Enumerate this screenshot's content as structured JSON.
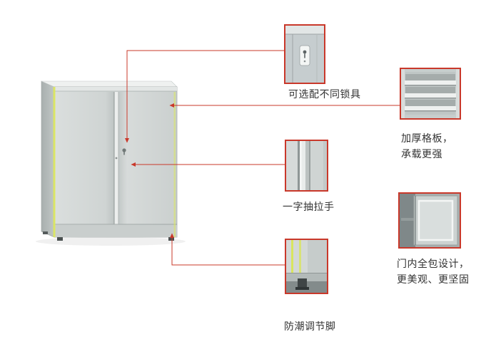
{
  "colors": {
    "accent": "#c9382a",
    "cabinet_body": "#d3d8d7",
    "edge_trim": "#dbe75f"
  },
  "callouts": [
    {
      "id": "lock",
      "thumbnail_icon": "lock-detail-image",
      "lines": [
        "可选配不同锁具"
      ]
    },
    {
      "id": "shelf",
      "thumbnail_icon": "shelf-detail-image",
      "lines": [
        "加厚格板，",
        "承载更强"
      ]
    },
    {
      "id": "handle",
      "thumbnail_icon": "handle-detail-image",
      "lines": [
        "一字抽拉手"
      ]
    },
    {
      "id": "door_inner",
      "thumbnail_icon": "door-inner-detail-image",
      "lines": [
        "门内全包设计，",
        "更美观、更坚固"
      ]
    },
    {
      "id": "feet",
      "thumbnail_icon": "adjustable-foot-detail-image",
      "lines": [
        "防潮调节脚"
      ]
    }
  ]
}
